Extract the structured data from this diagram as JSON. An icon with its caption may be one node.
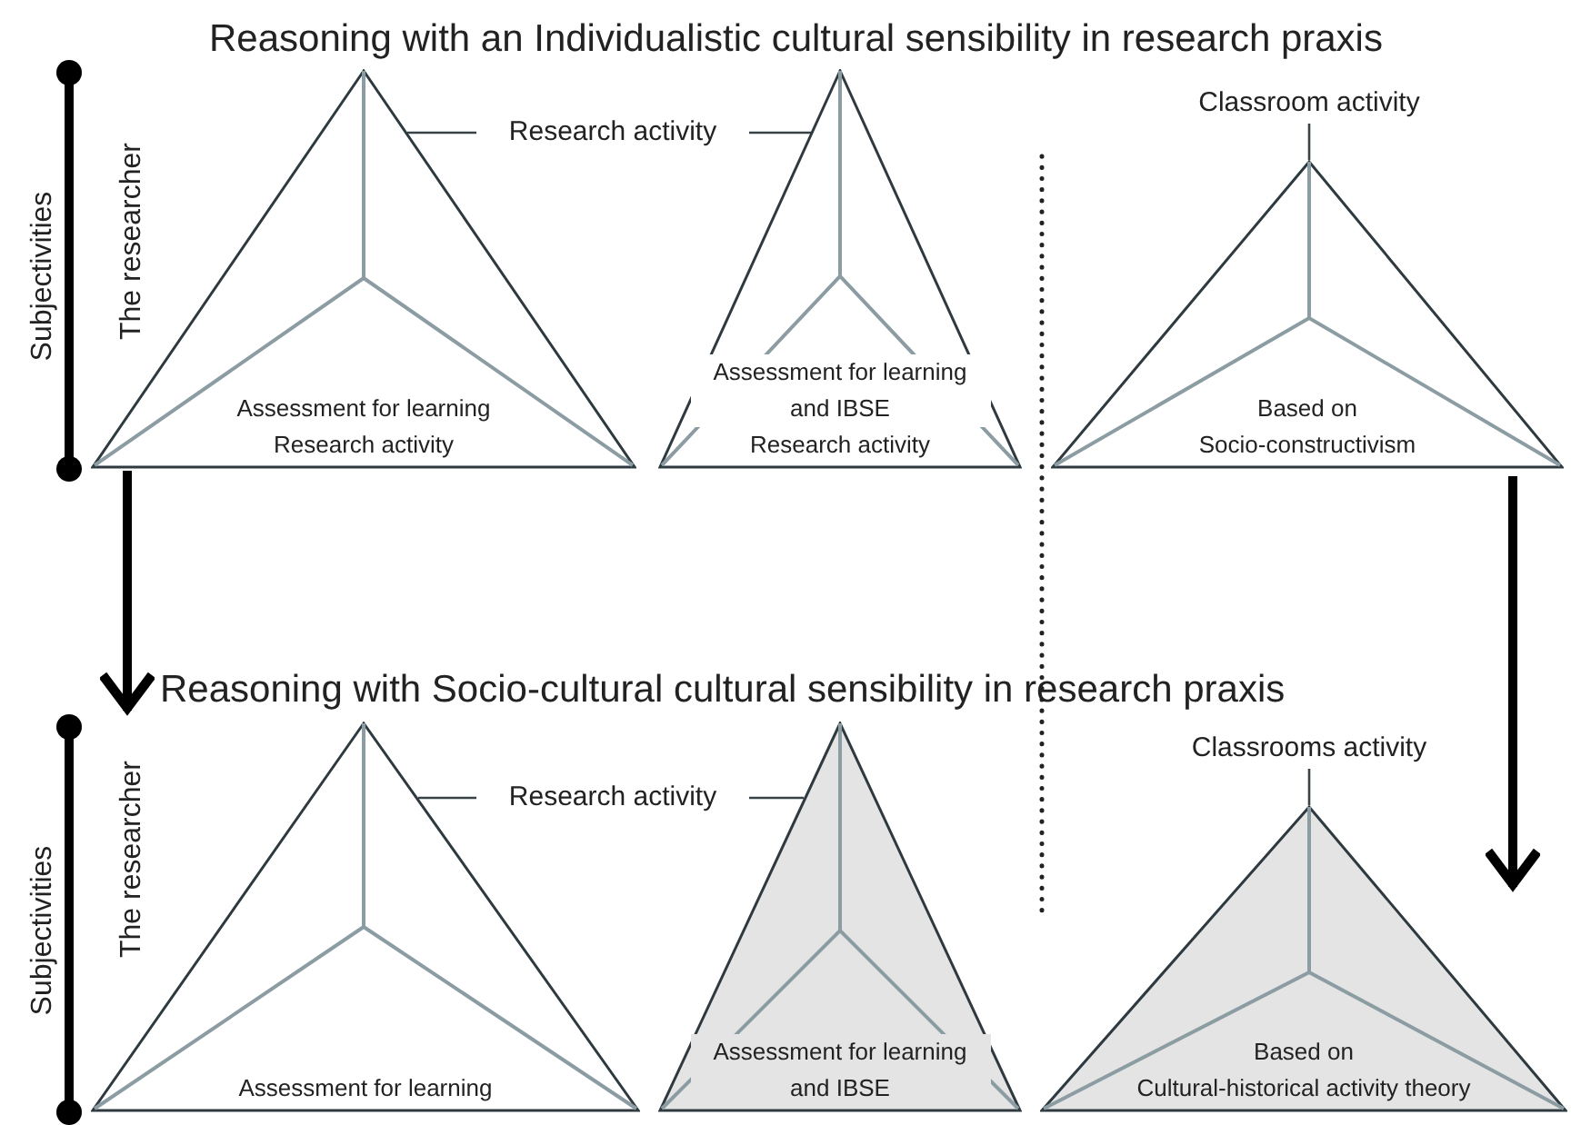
{
  "diagram": {
    "nodes": [
      {
        "text": [
          "Assessment for learning",
          "Research activity"
        ]
      },
      {
        "text": [
          "Assessment for learning and IBSE",
          "Research activity"
        ]
      },
      {
        "text": [
          "Based on",
          "Socio-constructivism"
        ]
      },
      {
        "text": [
          "Assessment for learning"
        ]
      },
      {
        "text": [
          "Assessment for learning and IBSE"
        ]
      },
      {
        "text": [
          "Based on",
          "Cultural-historical activity theory"
        ]
      },
      {
        "text": [
          "Research activity"
        ]
      },
      {
        "text": [
          "Classroom activity"
        ]
      },
      {
        "text": [
          "Research activity"
        ]
      },
      {
        "text": [
          "Classrooms activity"
        ]
      }
    ],
    "edges": [
      {
        "from": 6,
        "to": 0,
        "arrow": "none"
      },
      {
        "from": 6,
        "to": 1,
        "arrow": "none"
      },
      {
        "from": 7,
        "to": 2,
        "arrow": "none"
      },
      {
        "from": 8,
        "to": 3,
        "arrow": "none"
      },
      {
        "from": 8,
        "to": 4,
        "arrow": "none"
      },
      {
        "from": 9,
        "to": 5,
        "arrow": "none"
      },
      {
        "from": 0,
        "to": 3,
        "arrow": "to",
        "style": "thick"
      },
      {
        "from": 2,
        "to": 5,
        "arrow": "to",
        "style": "thick"
      }
    ],
    "labels": [
      "Reasoning with an Individualistic cultural sensibility in research praxis",
      "Subjectivities",
      "The researcher",
      "Reasoning with Socio-cultural cultural sensibility in research praxis",
      "Subjectivities",
      "The researcher"
    ]
  }
}
